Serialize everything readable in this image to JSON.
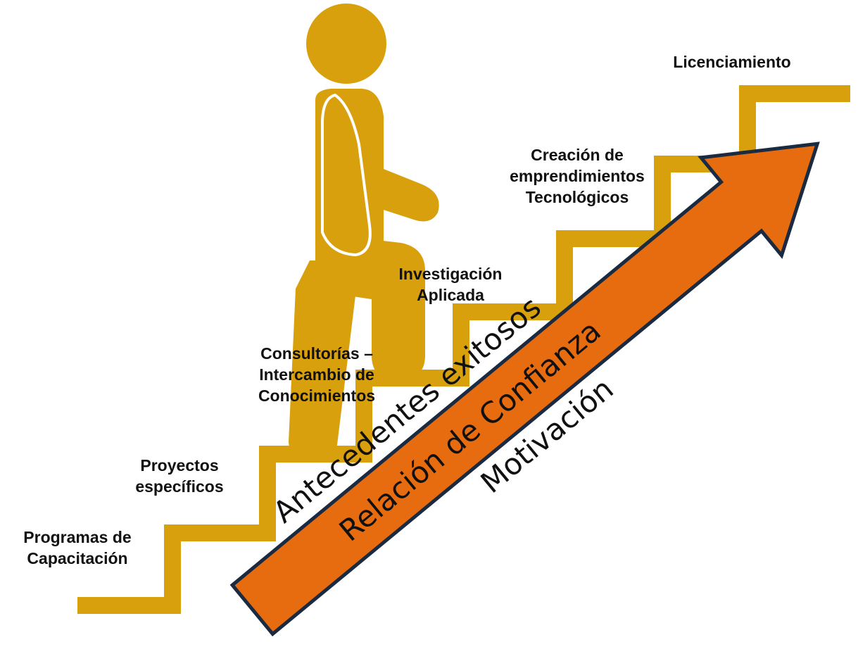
{
  "steps": [
    {
      "lines": [
        "Programas de",
        "Capacitación"
      ]
    },
    {
      "lines": [
        "Proyectos",
        "específicos"
      ]
    },
    {
      "lines": [
        "Consultorías –",
        "Intercambio de",
        "Conocimientos"
      ]
    },
    {
      "lines": [
        "Investigación",
        "Aplicada"
      ]
    },
    {
      "lines": [
        "Creación de",
        "emprendimientos",
        "Tecnológicos"
      ]
    },
    {
      "lines": [
        "Licenciamiento"
      ]
    }
  ],
  "arrow": {
    "upper_text": "Antecedentes exitosos",
    "middle_text": "Relación de Confianza",
    "lower_text": "Motivación"
  },
  "colors": {
    "stairs": "#d9a00d",
    "figure": "#d9a00d",
    "arrow_fill": "#e76c0f",
    "arrow_outline": "#1a2a40",
    "text": "#111111"
  },
  "icons": {
    "figure": "person-climbing-stairs-icon",
    "arrow": "diagonal-up-arrow-icon"
  }
}
